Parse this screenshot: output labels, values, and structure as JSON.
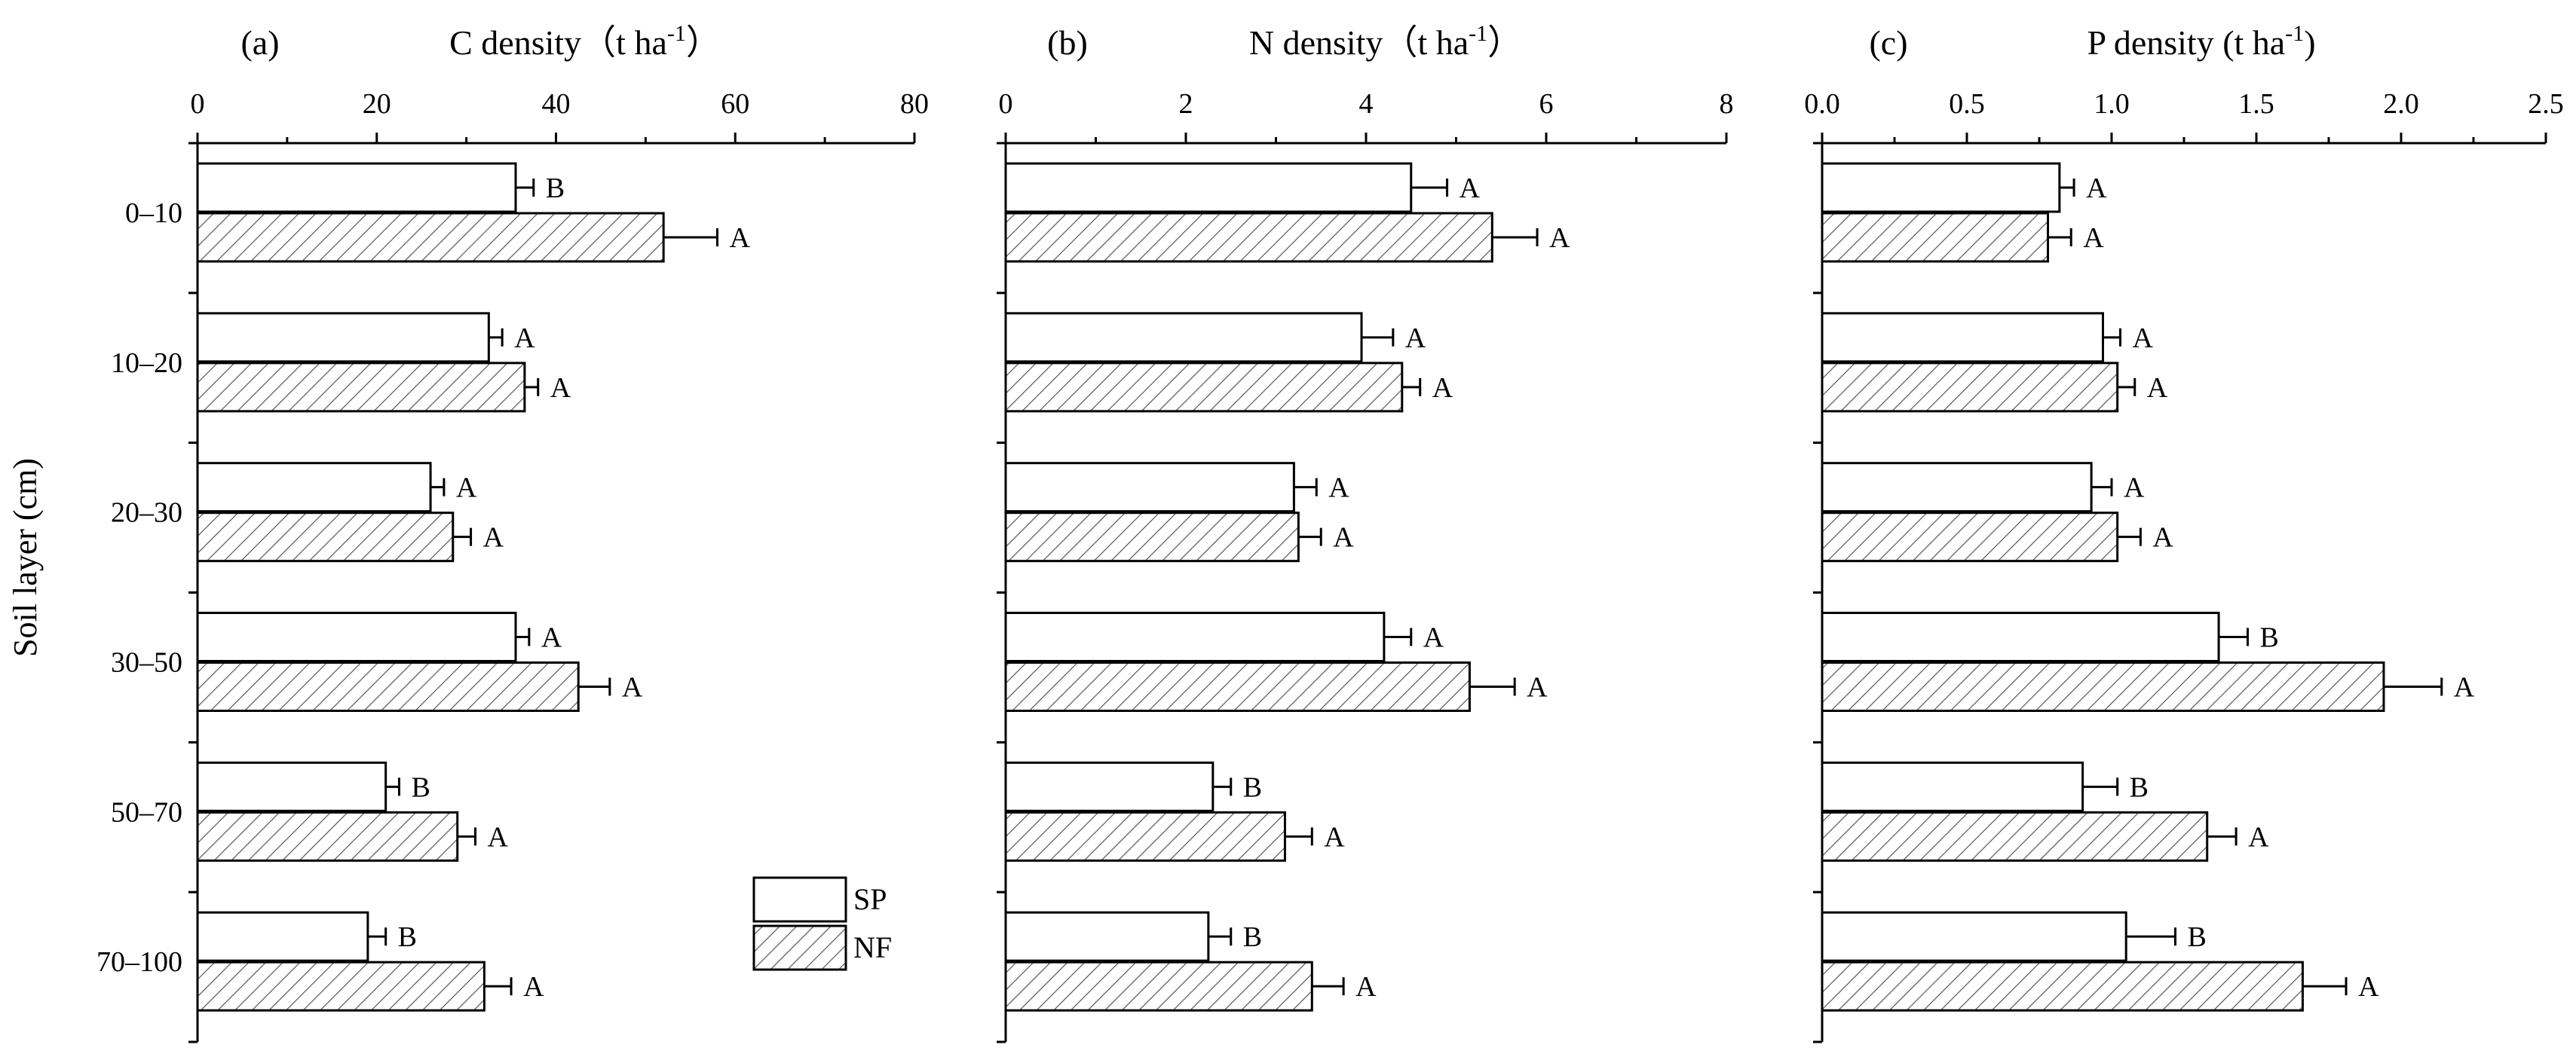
{
  "figure": {
    "ylabel": "Soil layer (cm)",
    "legend": {
      "placement": "bottom-right of panel (a)",
      "entries": [
        {
          "label": "SP",
          "pattern": "open"
        },
        {
          "label": "NF",
          "pattern": "hatched"
        }
      ]
    },
    "colors": {
      "bar_open": "#ffffff",
      "hatch": "#555555",
      "stroke": "#000000"
    }
  },
  "chart_data": [
    {
      "type": "bar",
      "orientation": "horizontal",
      "panel_label": "(a)",
      "title": "C density（t ha",
      "title_sup": "-1",
      "title_close": "）",
      "xlim": [
        0,
        80
      ],
      "xticks": [
        0,
        20,
        40,
        60,
        80
      ],
      "xtick_labels": [
        "0",
        "20",
        "40",
        "60",
        "80"
      ],
      "categories": [
        "0–10",
        "10–20",
        "20–30",
        "30–50",
        "50–70",
        "70–100"
      ],
      "series": [
        {
          "name": "SP",
          "values": [
            35.5,
            32.5,
            26,
            35.5,
            21,
            19
          ],
          "errors": [
            2,
            1.5,
            1.5,
            1.5,
            1.5,
            2
          ],
          "letters": [
            "B",
            "A",
            "A",
            "A",
            "B",
            "B"
          ]
        },
        {
          "name": "NF",
          "values": [
            52,
            36.5,
            28.5,
            42.5,
            29,
            32
          ],
          "errors": [
            6,
            1.5,
            2,
            3.5,
            2,
            3
          ],
          "letters": [
            "A",
            "A",
            "A",
            "A",
            "A",
            "A"
          ]
        }
      ]
    },
    {
      "type": "bar",
      "orientation": "horizontal",
      "panel_label": "(b)",
      "title": "N density（t ha",
      "title_sup": "-1",
      "title_close": "）",
      "xlim": [
        0,
        8
      ],
      "xticks": [
        0,
        2,
        4,
        6,
        8
      ],
      "xtick_labels": [
        "0",
        "2",
        "4",
        "6",
        "8"
      ],
      "categories": [
        "0–10",
        "10–20",
        "20–30",
        "30–50",
        "50–70",
        "70–100"
      ],
      "series": [
        {
          "name": "SP",
          "values": [
            4.5,
            3.95,
            3.2,
            4.2,
            2.3,
            2.25
          ],
          "errors": [
            0.4,
            0.35,
            0.25,
            0.3,
            0.2,
            0.25
          ],
          "letters": [
            "A",
            "A",
            "A",
            "A",
            "B",
            "B"
          ]
        },
        {
          "name": "NF",
          "values": [
            5.4,
            4.4,
            3.25,
            5.15,
            3.1,
            3.4
          ],
          "errors": [
            0.5,
            0.2,
            0.25,
            0.5,
            0.3,
            0.35
          ],
          "letters": [
            "A",
            "A",
            "A",
            "A",
            "A",
            "A"
          ]
        }
      ]
    },
    {
      "type": "bar",
      "orientation": "horizontal",
      "panel_label": "(c)",
      "title": "P density (t ha",
      "title_sup": "-1",
      "title_close": ")",
      "xlim": [
        0,
        2.5
      ],
      "xticks": [
        0,
        0.5,
        1,
        1.5,
        2,
        2.5
      ],
      "xtick_labels": [
        "0.0",
        "0.5",
        "1.0",
        "1.5",
        "2.0",
        "2.5"
      ],
      "categories": [
        "0–10",
        "10–20",
        "20–30",
        "30–50",
        "50–70",
        "70–100"
      ],
      "series": [
        {
          "name": "SP",
          "values": [
            0.82,
            0.97,
            0.93,
            1.37,
            0.9,
            1.05
          ],
          "errors": [
            0.05,
            0.06,
            0.07,
            0.1,
            0.12,
            0.17
          ],
          "letters": [
            "A",
            "A",
            "A",
            "B",
            "B",
            "B"
          ]
        },
        {
          "name": "NF",
          "values": [
            0.78,
            1.02,
            1.02,
            1.94,
            1.33,
            1.66
          ],
          "errors": [
            0.08,
            0.06,
            0.08,
            0.2,
            0.1,
            0.15
          ],
          "letters": [
            "A",
            "A",
            "A",
            "A",
            "A",
            "A"
          ]
        }
      ]
    }
  ]
}
